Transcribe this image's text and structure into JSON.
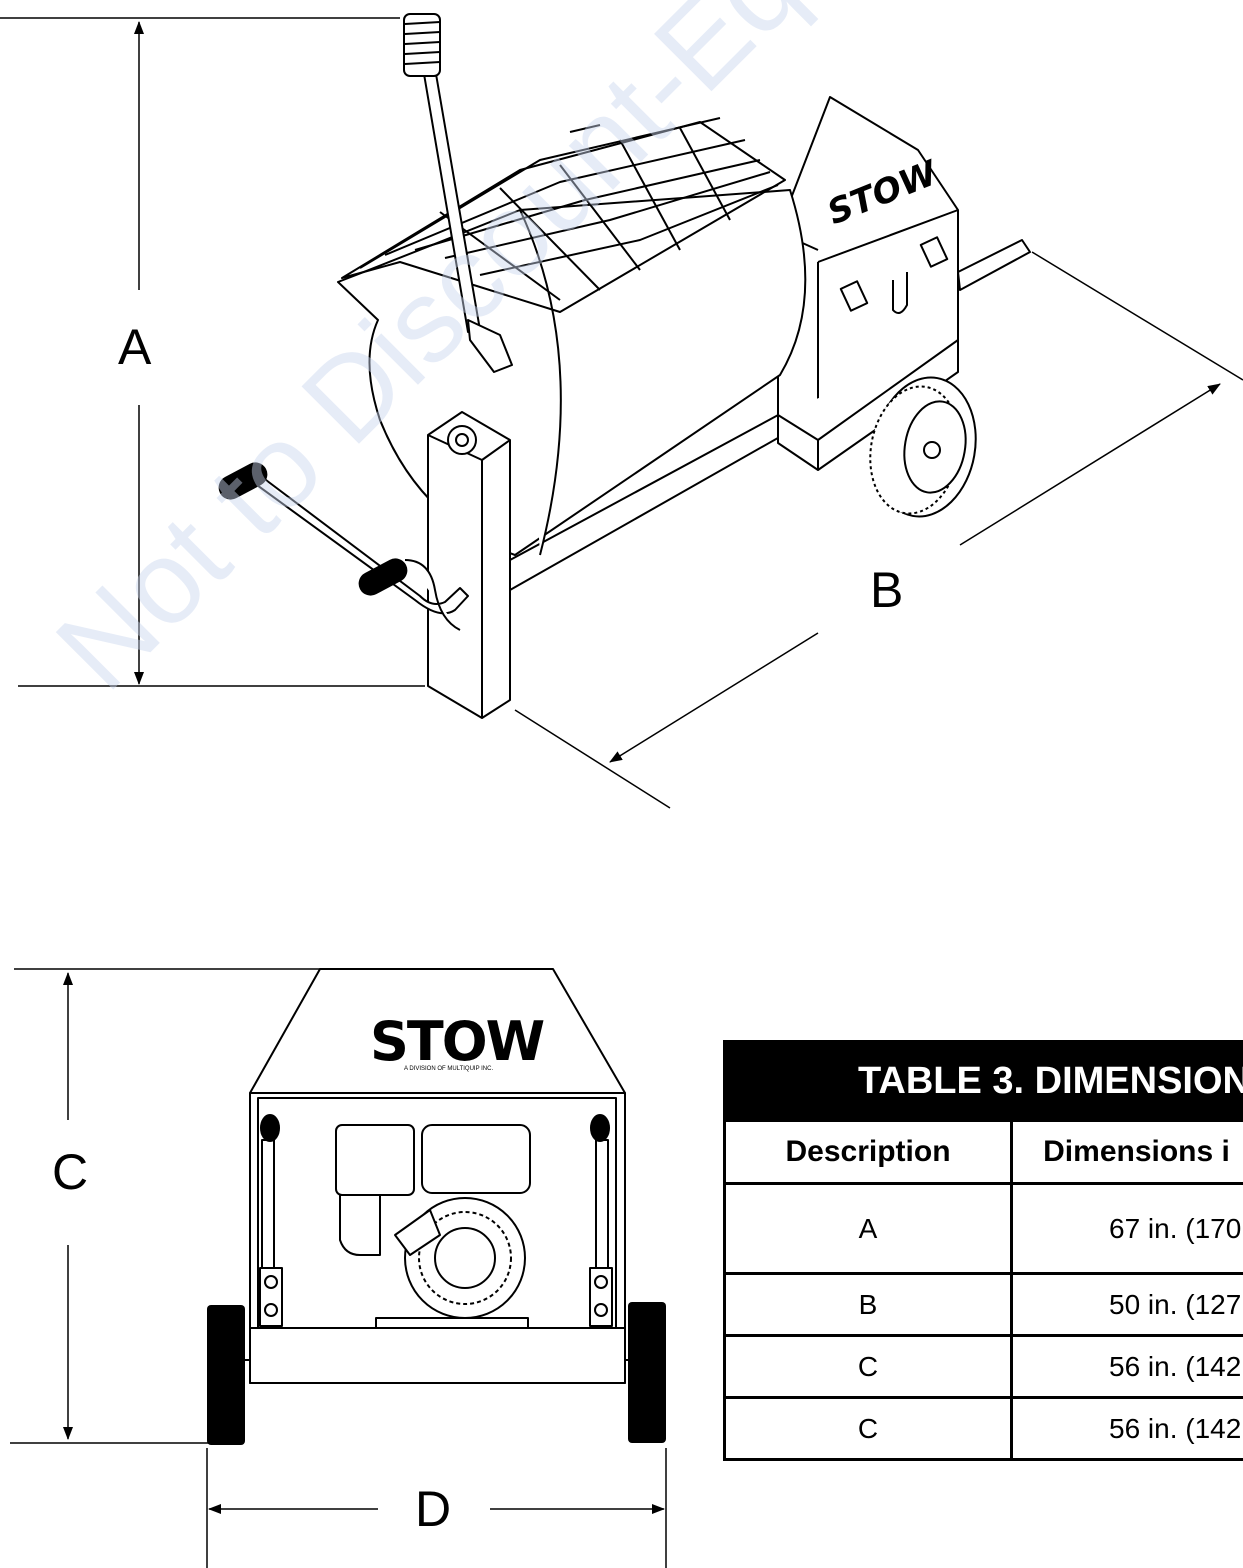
{
  "labels": {
    "a": "A",
    "b": "B",
    "c": "C",
    "d": "D"
  },
  "brand": {
    "name": "STOW",
    "subtitle": "A DIVISION OF MULTIQUIP INC."
  },
  "table": {
    "title": "TABLE 3. DIMENSION",
    "headers": [
      "Description",
      "Dimensions i"
    ],
    "rows": [
      {
        "desc": "A",
        "value": "67 in. (170"
      },
      {
        "desc": "B",
        "value": "50 in. (127"
      },
      {
        "desc": "C",
        "value": "56 in. (142"
      },
      {
        "desc": "C",
        "value": "56 in. (142"
      }
    ]
  },
  "watermark": {
    "text": "Not to Discount-Equipment.com"
  }
}
